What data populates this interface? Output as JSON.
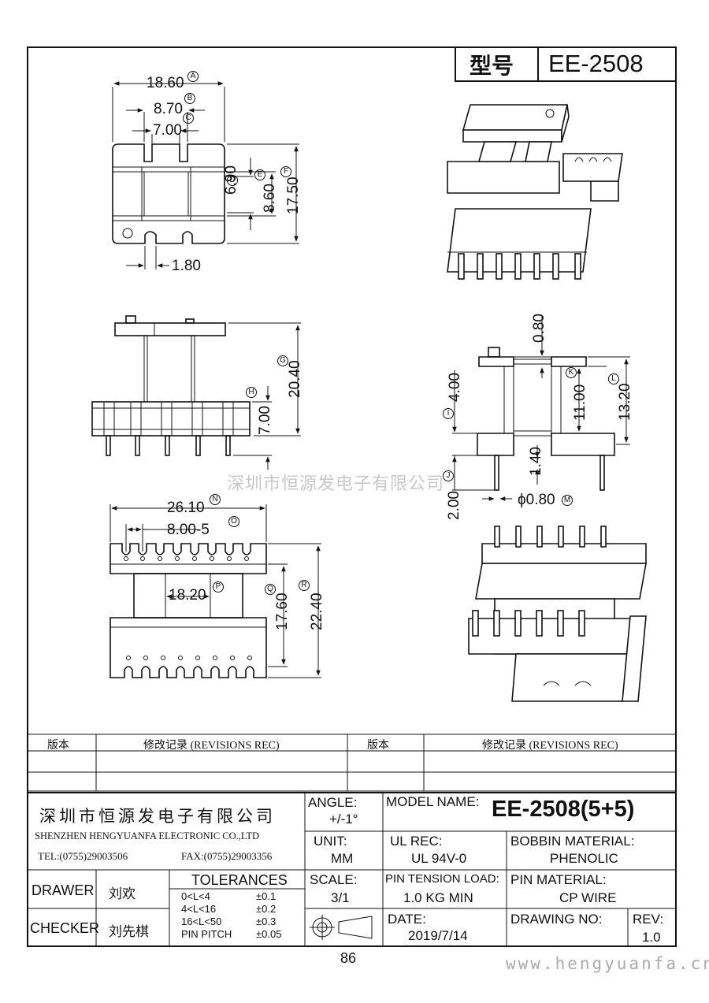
{
  "header": {
    "type_label": "型号",
    "type_value": "EE-2508"
  },
  "dimensions": {
    "A": {
      "value": "18.60",
      "marker": "A"
    },
    "B": {
      "value": "8.70",
      "marker": "B"
    },
    "C": {
      "value": "7.00",
      "marker": "C"
    },
    "D": {
      "value": "6.90",
      "marker": "D"
    },
    "E": {
      "value": "8.60",
      "marker": "E"
    },
    "F": {
      "value": "17.50",
      "marker": "F"
    },
    "pin_offset": "1.80",
    "G": {
      "value": "20.40",
      "marker": "G"
    },
    "H": {
      "value": "7.00",
      "marker": "H"
    },
    "N": {
      "value": "26.10",
      "marker": "N"
    },
    "O": {
      "value": "8.00-5",
      "marker": "O"
    },
    "P": {
      "value": "18.20",
      "marker": "P"
    },
    "Q": {
      "value": "17.60",
      "marker": "Q"
    },
    "R": {
      "value": "22.40",
      "marker": "R"
    },
    "top_flange": "0.80",
    "I": {
      "value": "4.00",
      "marker": "I"
    },
    "K": {
      "value": "11.00",
      "marker": "K"
    },
    "L": {
      "value": "13.20",
      "marker": "L"
    },
    "J": {
      "value": "2.00",
      "marker": "J"
    },
    "pin_gap": "1.40",
    "M": {
      "value": "ϕ0.80",
      "marker": "M"
    }
  },
  "watermark": "深圳市恒源发电子有限公司",
  "revisions": {
    "col_version": "版本",
    "col_record": "修改记录 (REVISIONS REC)"
  },
  "company": {
    "name_cn": "深圳市恒源发电子有限公司",
    "name_en": "SHENZHEN HENGYUANFA ELECTRONIC CO.,LTD",
    "tel": "TEL:(0755)29003506",
    "fax": "FAX:(0755)29003356"
  },
  "title_block": {
    "angle_label": "ANGLE:",
    "angle_value": "+/-1°",
    "model_label": "MODEL NAME:",
    "model_value": "EE-2508(5+5)",
    "unit_label": "UNIT:",
    "unit_value": "MM",
    "ul_label": "UL REC:",
    "ul_value": "UL 94V-0",
    "bobbin_label": "BOBBIN MATERIAL:",
    "bobbin_value": "PHENOLIC",
    "scale_label": "SCALE:",
    "scale_value": "3/1",
    "pin_tension_label": "PIN TENSION LOAD:",
    "pin_tension_value": "1.0 KG MIN",
    "pin_material_label": "PIN MATERIAL:",
    "pin_material_value": "CP WIRE",
    "date_label": "DATE:",
    "date_value": "2019/7/14",
    "drawing_no_label": "DRAWING NO:",
    "rev_label": "REV:",
    "rev_value": "1.0",
    "drawer_label": "DRAWER",
    "drawer_value": "刘欢",
    "checker_label": "CHECKER",
    "checker_value": "刘先棋",
    "tolerances_label": "TOLERANCES",
    "tolerances": [
      {
        "range": "0<L<4",
        "tol": "±0.1"
      },
      {
        "range": "4<L<16",
        "tol": "±0.2"
      },
      {
        "range": "16<L<50",
        "tol": "±0.3"
      },
      {
        "range": "PIN PITCH",
        "tol": "±0.05"
      }
    ]
  },
  "page_number": "86",
  "website": "www.hengyuanfa.cn"
}
